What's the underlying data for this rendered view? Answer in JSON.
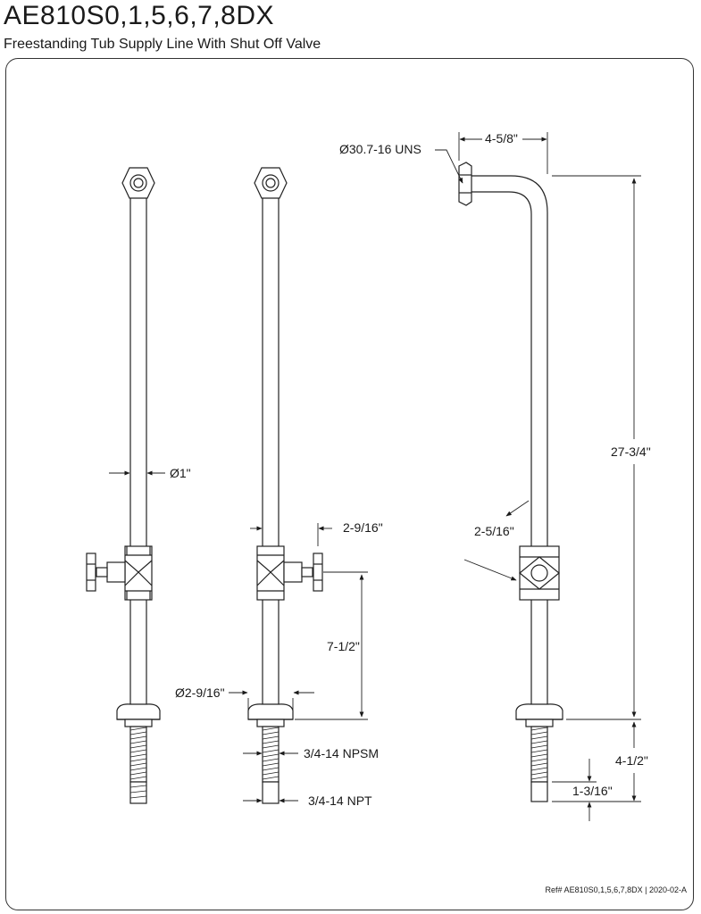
{
  "header": {
    "title": "AE810S0,1,5,6,7,8DX",
    "subtitle": "Freestanding Tub Supply Line With Shut Off Valve"
  },
  "dimensions": {
    "pipe_diameter": "Ø1\"",
    "valve_offset": "2-9/16\"",
    "valve_height": "7-1/2\"",
    "flange_diameter": "Ø2-9/16\"",
    "npsm_thread": "3/4-14 NPSM",
    "npt_thread": "3/4-14 NPT",
    "inlet_thread": "Ø30.7-16 UNS",
    "elbow_reach": "4-5/8\"",
    "elbow_valve_offset": "2-5/16\"",
    "overall_height": "27-3/4\"",
    "shank_length": "4-1/2\"",
    "npt_length": "1-3/16\""
  },
  "footer": {
    "ref": "Ref# AE810S0,1,5,6,7,8DX | 2020-02-A"
  }
}
